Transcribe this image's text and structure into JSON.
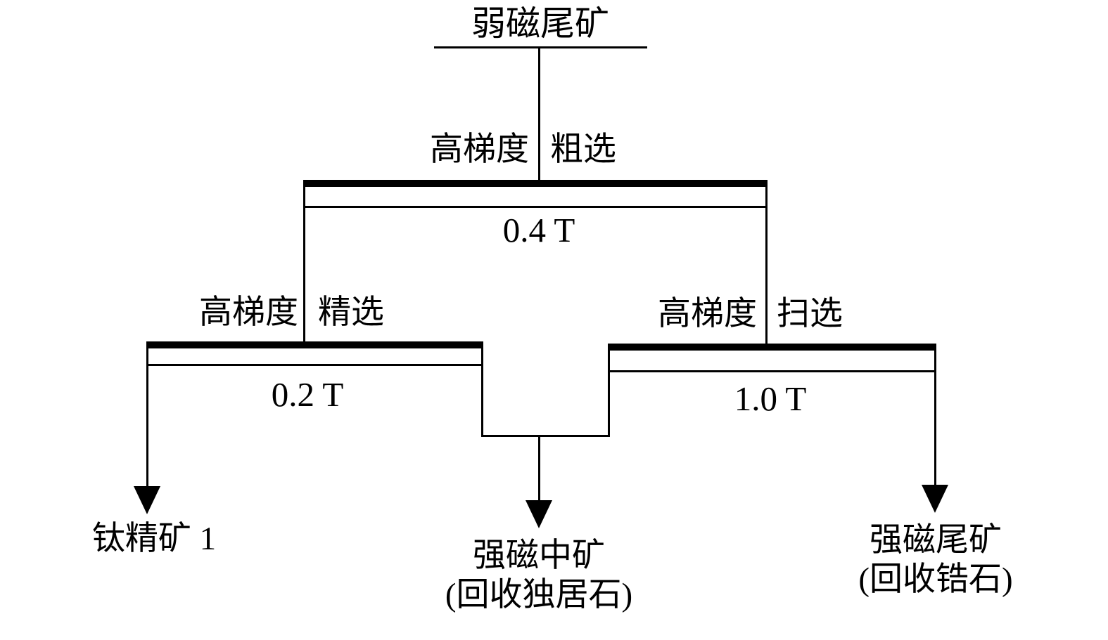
{
  "flowsheet": {
    "feed": "弱磁尾矿",
    "rougher": {
      "machine": "高梯度",
      "stage": "粗选",
      "field": "0.4 T"
    },
    "cleaner": {
      "machine": "高梯度",
      "stage": "精选",
      "field": "0.2 T"
    },
    "scavenger": {
      "machine": "高梯度",
      "stage": "扫选",
      "field": "1.0 T"
    },
    "outputs": {
      "concentrate": "钛精矿 1",
      "middlings": "强磁中矿",
      "middlings_note": "(回收独居石)",
      "tailings": "强磁尾矿",
      "tailings_note": "(回收锆石)"
    },
    "line_color": "#000000"
  }
}
